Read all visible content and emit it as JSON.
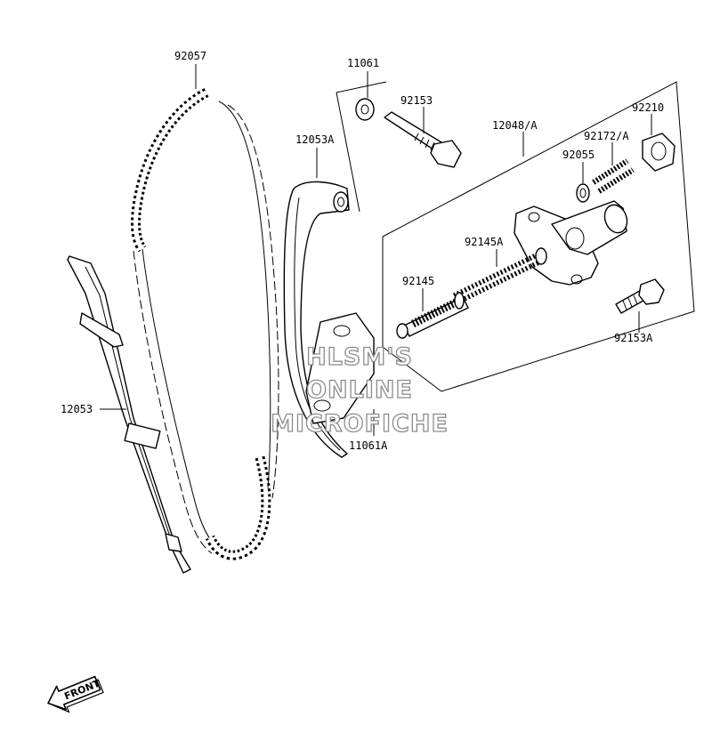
{
  "labels": {
    "p92057": "92057",
    "p11061": "11061",
    "p92153": "92153",
    "p12053A": "12053A",
    "p12048A": "12048/A",
    "p92210": "92210",
    "p92172A": "92172/A",
    "p92055": "92055",
    "p92145A": "92145A",
    "p92145": "92145",
    "p92153A": "92153A",
    "p12053": "12053",
    "p11061A": "11061A"
  },
  "watermark": {
    "line1": "HLSM'S",
    "line2": "ONLINE",
    "line3": "MICROFICHE"
  },
  "front_arrow": {
    "label": "FRONT"
  }
}
